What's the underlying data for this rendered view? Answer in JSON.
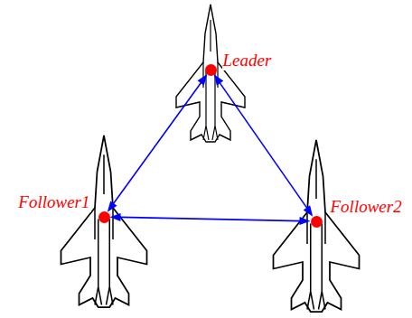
{
  "diagram": {
    "nodes": [
      {
        "text": [
          "Leader"
        ]
      },
      {
        "text": [
          "Follower1"
        ]
      },
      {
        "text": [
          "Follower2"
        ]
      }
    ],
    "edges": [
      {
        "from": 0,
        "to": 1,
        "arrow": "both"
      },
      {
        "from": 0,
        "to": 2,
        "arrow": "both"
      },
      {
        "from": 1,
        "to": 2,
        "arrow": "both"
      }
    ]
  }
}
